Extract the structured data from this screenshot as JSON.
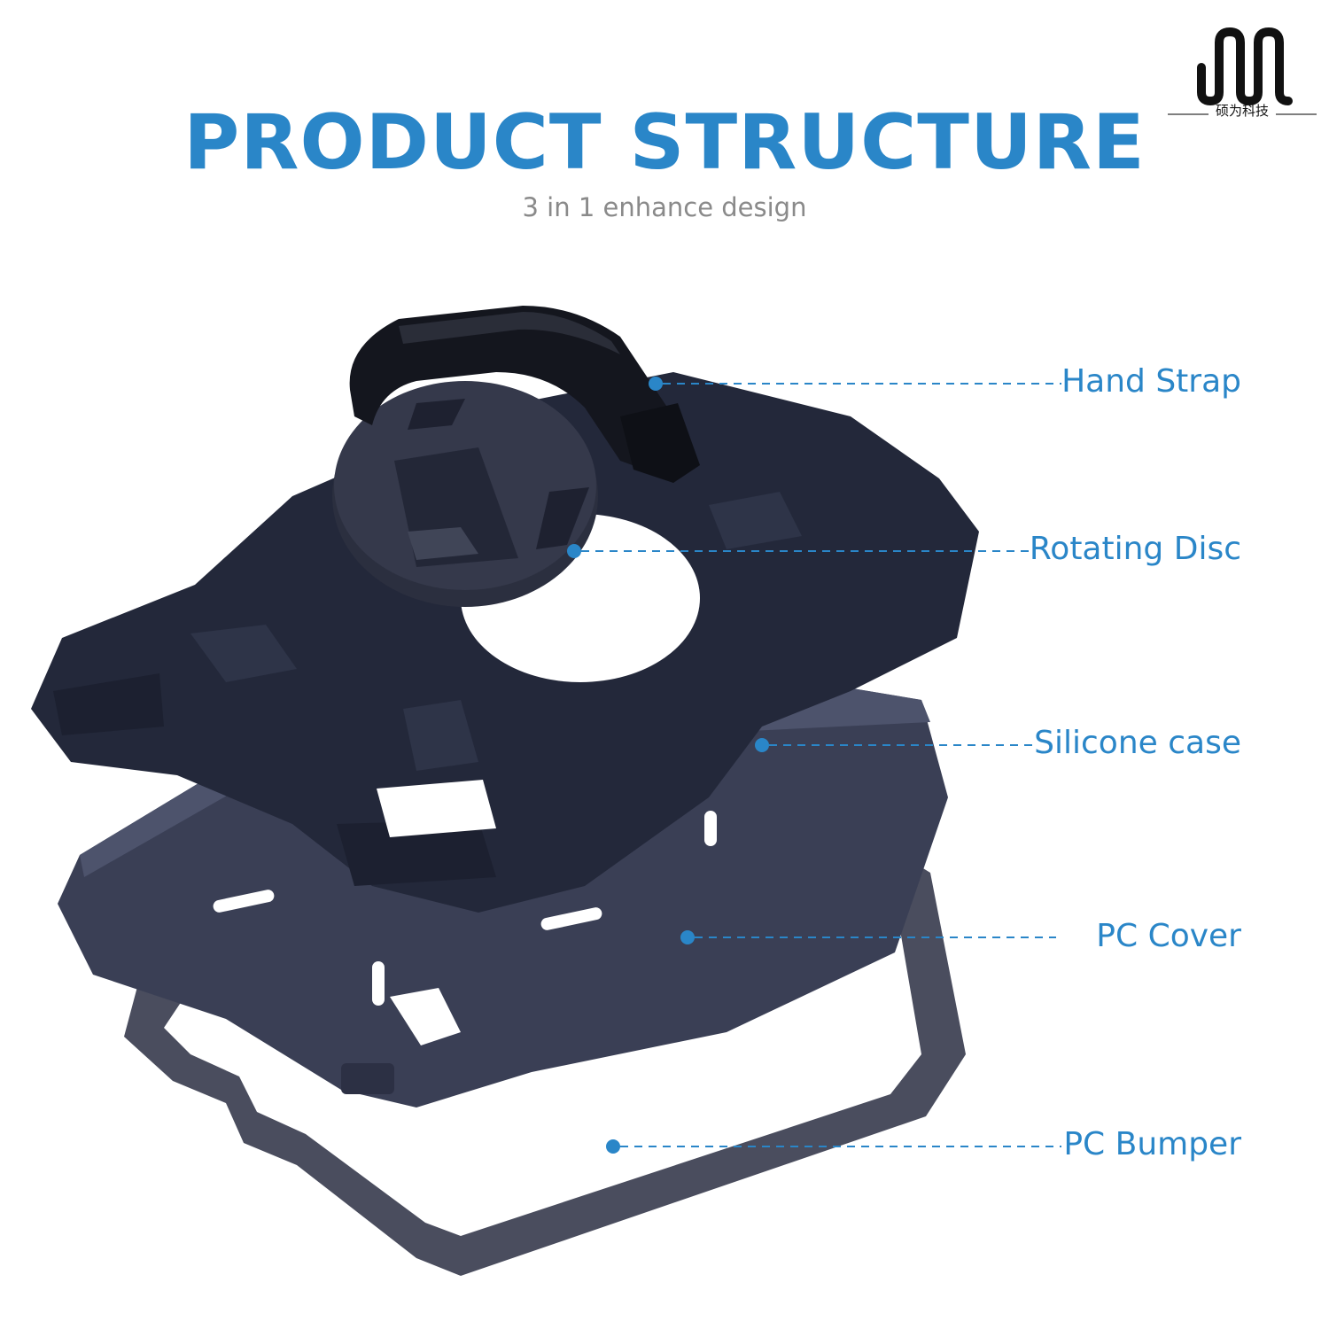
{
  "header": {
    "title": "PRODUCT STRUCTURE",
    "subtitle": "3 in 1 enhance design"
  },
  "brand": {
    "logo_text": "硕为科技"
  },
  "colors": {
    "accent": "#2a86c8",
    "subtitle": "#8a8a8a",
    "brand": "#111111",
    "case_dark": "#23283a",
    "case_mid": "#363c52",
    "bumper": "#46495a"
  },
  "parts": [
    {
      "label": "Hand Strap"
    },
    {
      "label": "Rotating Disc"
    },
    {
      "label": "Silicone case"
    },
    {
      "label": "PC Cover"
    },
    {
      "label": "PC Bumper"
    }
  ]
}
